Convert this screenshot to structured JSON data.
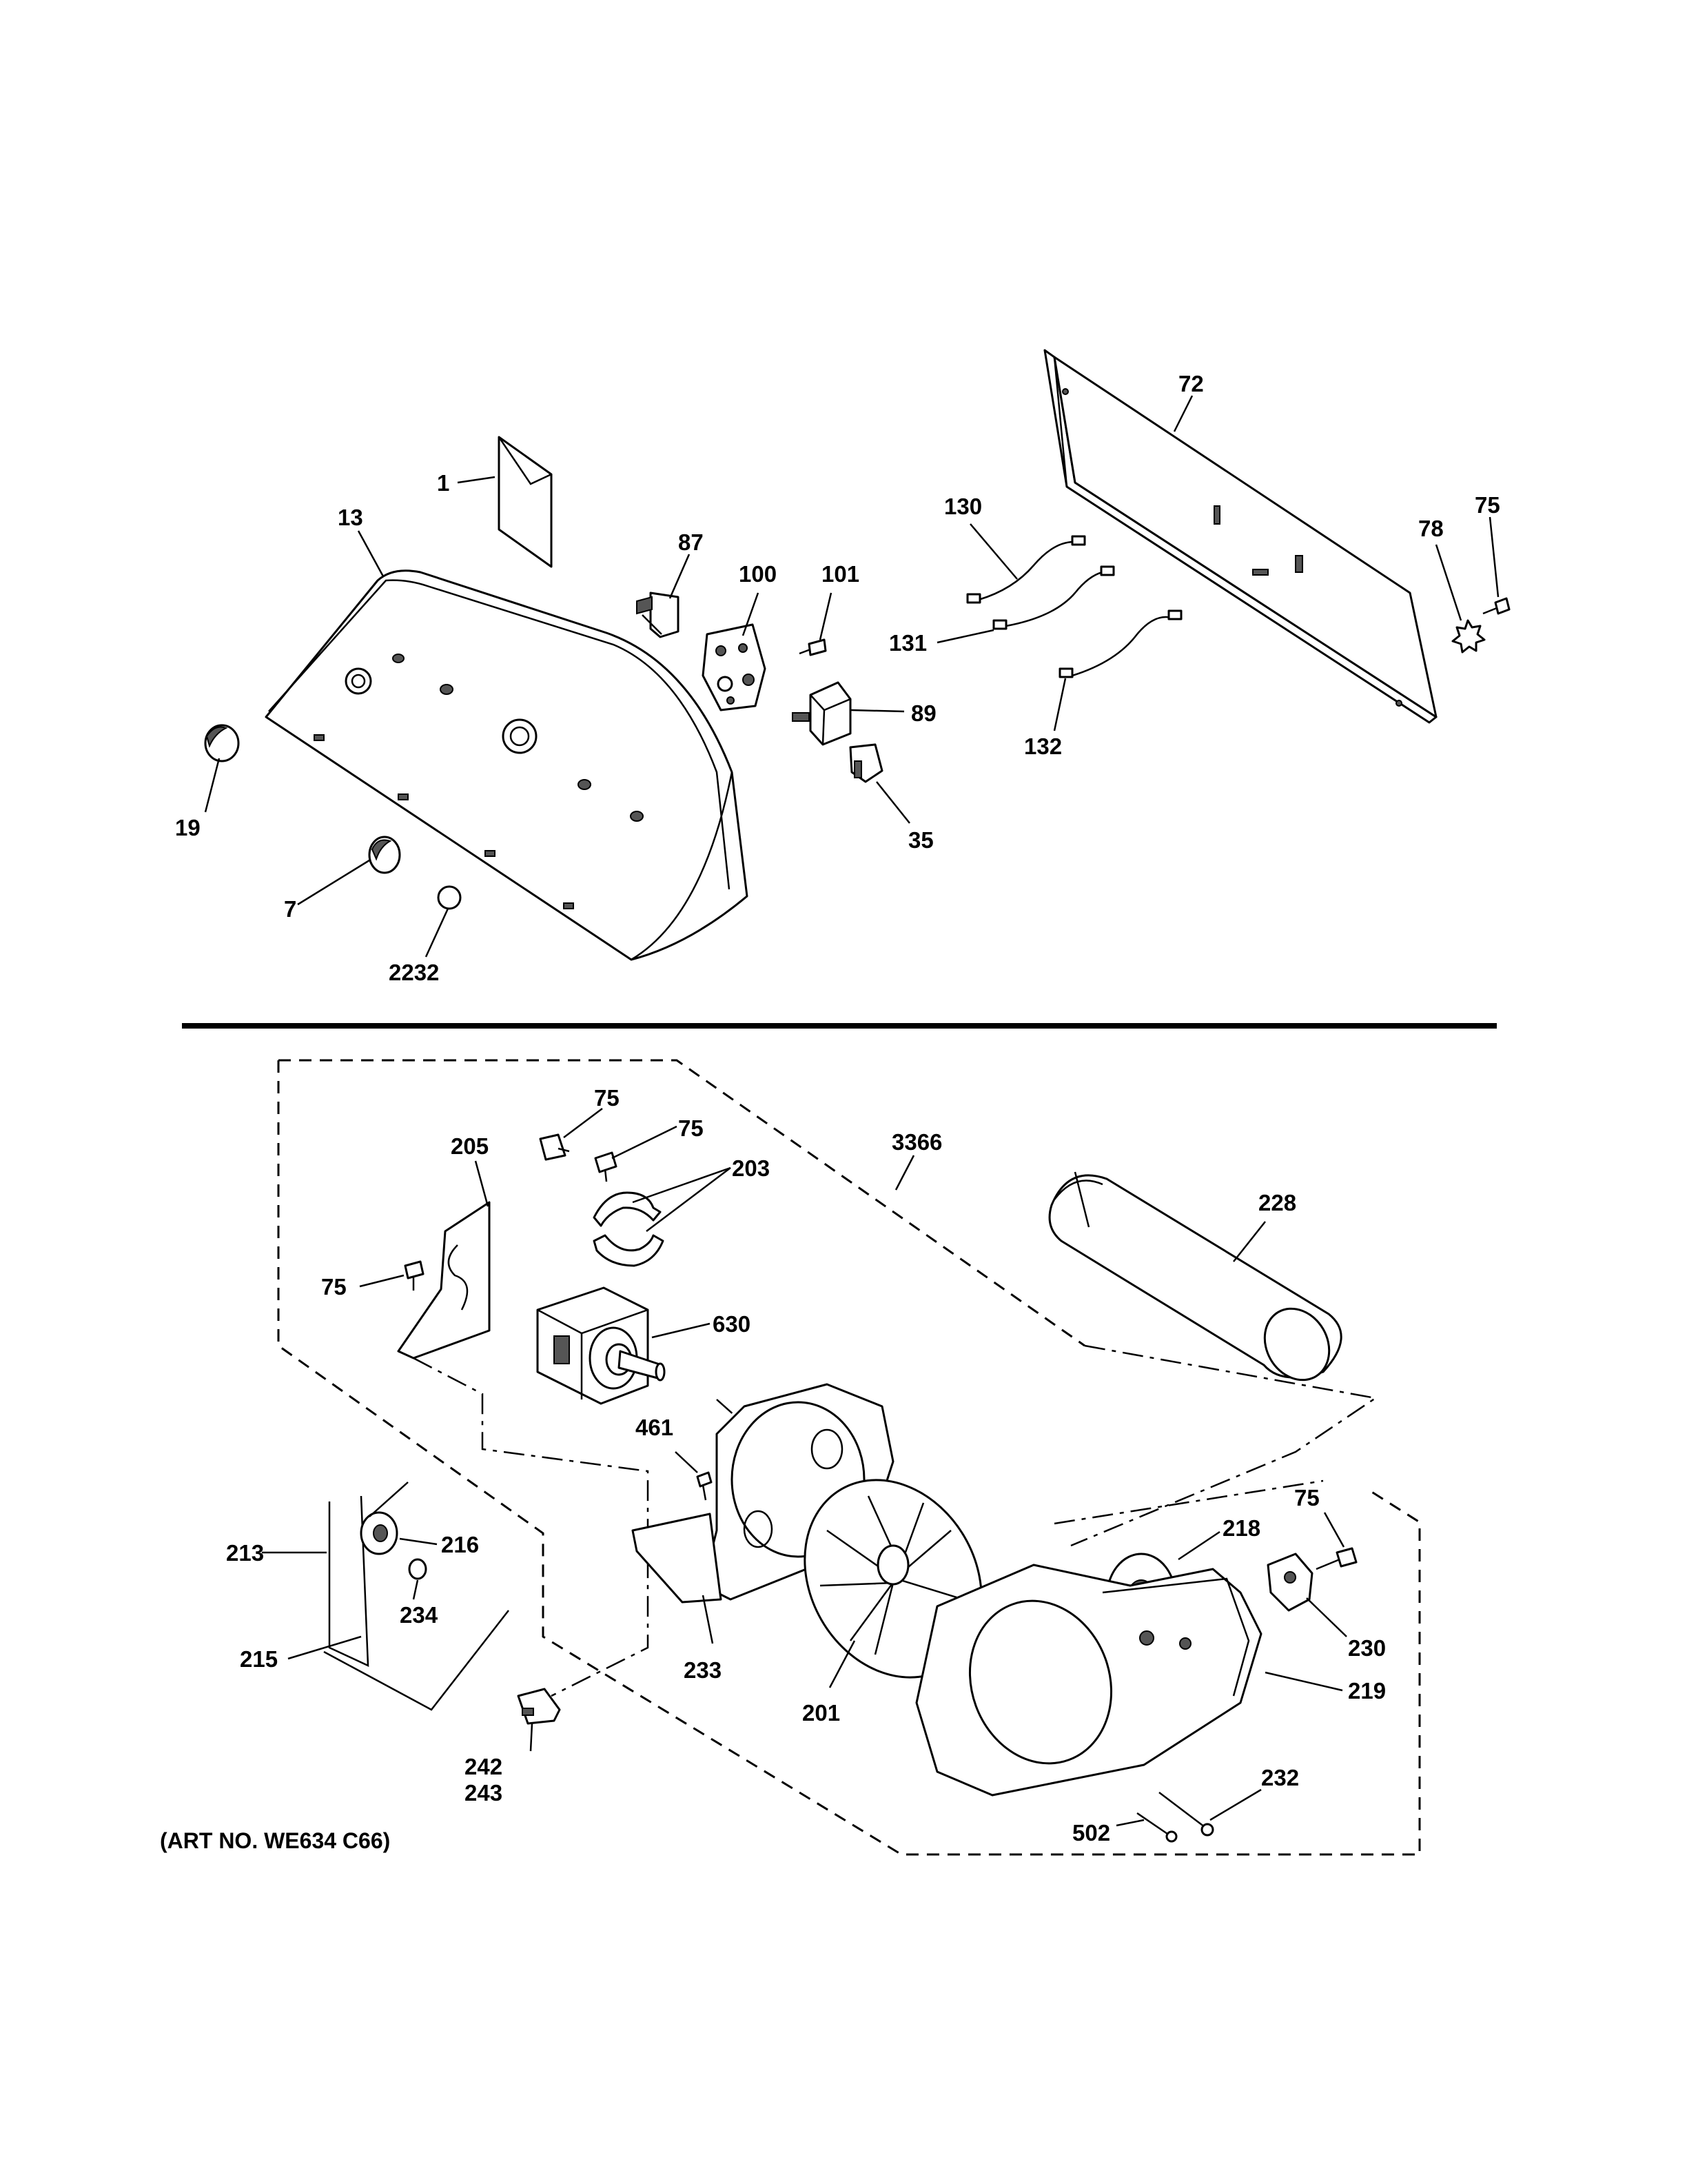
{
  "top_section": {
    "labels": {
      "p1": "1",
      "p13": "13",
      "p19": "19",
      "p7": "7",
      "p2232": "2232",
      "p87": "87",
      "p100": "100",
      "p101": "101",
      "p89": "89",
      "p35": "35",
      "p72": "72",
      "p130": "130",
      "p131": "131",
      "p132": "132",
      "p78": "78",
      "p75": "75"
    }
  },
  "bottom_section": {
    "labels": {
      "p75a": "75",
      "p75b": "75",
      "p203": "203",
      "p205": "205",
      "p3366": "3366",
      "p228": "228",
      "p75c": "75",
      "p630": "630",
      "p461": "461",
      "p213": "213",
      "p216": "216",
      "p234": "234",
      "p215": "215",
      "p242": "242",
      "p243": "243",
      "p233": "233",
      "p201": "201",
      "p218": "218",
      "p75d": "75",
      "p230": "230",
      "p219": "219",
      "p232": "232",
      "p502": "502"
    }
  },
  "footer": {
    "art_number": "(ART NO. WE634 C66)"
  }
}
